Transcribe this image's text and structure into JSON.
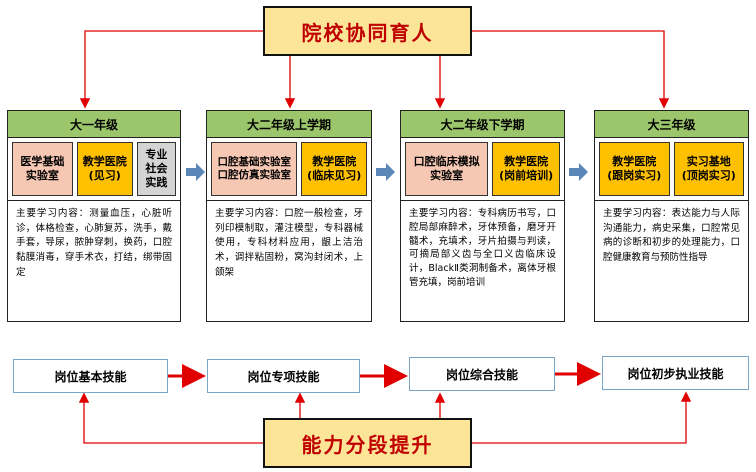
{
  "top_title": "院校协同育人",
  "bottom_title": "能力分段提升",
  "stages": [
    {
      "header": "大一年级",
      "cells": [
        "医学基础\n实验室",
        "教学医院\n(见习)",
        "专业\n社会\n实践"
      ],
      "description": "主要学习内容：测量血压，心脏听诊，体格检查，心肺复苏，洗手，戴手套，导尿，脓肿穿刺，换药，口腔黏膜消毒，穿手术衣，打结，绑带固定"
    },
    {
      "header": "大二年级上学期",
      "cells": [
        "口腔基础实验室\n口腔仿真实验室",
        "教学医院\n(临床见习)"
      ],
      "description": "主要学习内容：口腔一般检查，牙列印模制取，灌注模型，专科器械使用，专科材料应用，龈上洁治术，调拌粘固粉，窝沟封闭术，上颌架"
    },
    {
      "header": "大二年级下学期",
      "cells": [
        "口腔临床模拟\n实验室",
        "教学医院\n(岗前培训)"
      ],
      "description": "主要学习内容：专科病历书写，口腔局部麻醉术，牙体预备，磨牙开髓术，充填术，牙片拍摄与判读，可摘局部义齿与全口义齿临床设计，BlackⅡ类洞制备术，离体牙根管充填，岗前培训"
    },
    {
      "header": "大三年级",
      "cells": [
        "教学医院\n(跟岗实习)",
        "实习基地\n(顶岗实习)"
      ],
      "description": "主要学习内容：表达能力与人际沟通能力，病史采集，口腔常见病的诊断和初步的处理能力，口腔健康教育与预防性指导"
    }
  ],
  "skills": [
    "岗位基本技能",
    "岗位专项技能",
    "岗位综合技能",
    "岗位初步执业技能"
  ],
  "colors": {
    "header_green": "#9cc66b",
    "pink": "#f6c7b3",
    "orange": "#ffc000",
    "title_bg": "#fde598",
    "title_text": "#c00000",
    "arrow_red": "#e00000",
    "arrow_blue": "#5a86b8"
  }
}
